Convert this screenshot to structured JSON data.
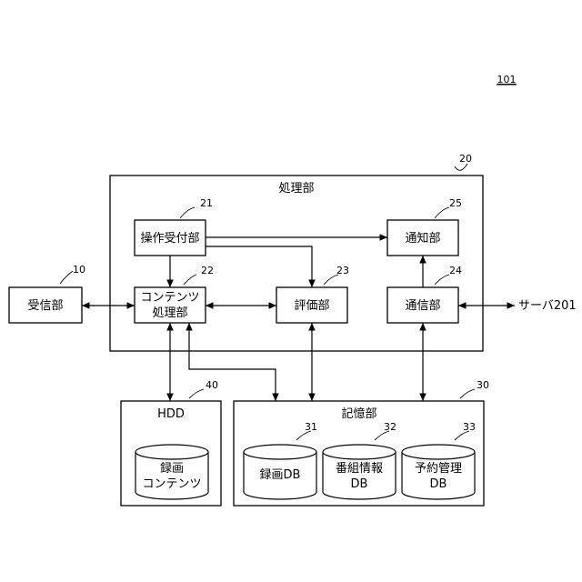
{
  "figure_number": "101",
  "processing_unit": {
    "label": "処理部",
    "ref": "20"
  },
  "receiver": {
    "label": "受信部",
    "ref": "10"
  },
  "operation_receiver": {
    "label": "操作受付部",
    "ref": "21"
  },
  "content_processor": {
    "line1": "コンテンツ",
    "line2": "処理部",
    "ref": "22"
  },
  "evaluator": {
    "label": "評価部",
    "ref": "23"
  },
  "communicator": {
    "label": "通信部",
    "ref": "24"
  },
  "notifier": {
    "label": "通知部",
    "ref": "25"
  },
  "server": {
    "label": "サーバ201"
  },
  "hdd": {
    "label": "HDD",
    "ref": "40",
    "cylinder_line1": "録画",
    "cylinder_line2": "コンテンツ"
  },
  "storage": {
    "label": "記憶部",
    "ref": "30",
    "dbs": [
      {
        "line1": "録画DB",
        "line2": "",
        "ref": "31"
      },
      {
        "line1": "番組情報",
        "line2": "DB",
        "ref": "32"
      },
      {
        "line1": "予約管理",
        "line2": "DB",
        "ref": "33"
      }
    ]
  }
}
